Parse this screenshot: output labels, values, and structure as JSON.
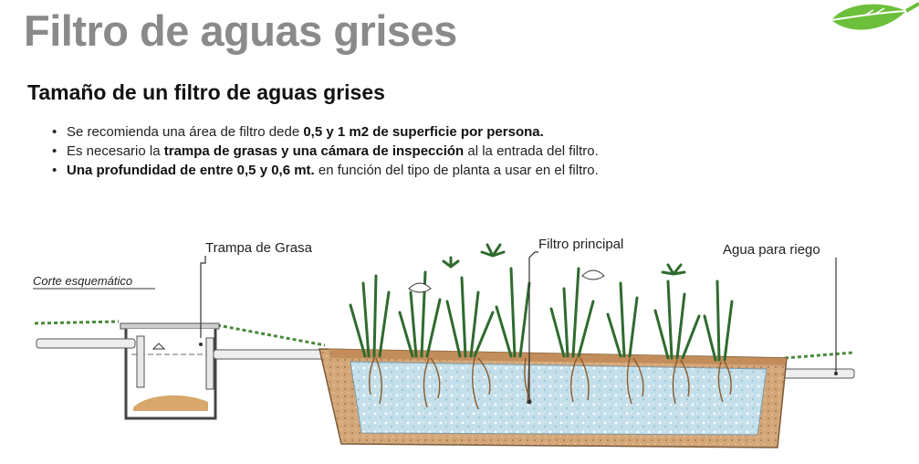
{
  "title": "Filtro de aguas grises",
  "subtitle": "Tamaño de un filtro de aguas grises",
  "bullets": [
    {
      "a": "Se recomienda una área de filtro dede ",
      "b": "0,5 y 1 m2 de superficie por persona.",
      "c": ""
    },
    {
      "a": "Es necesario la ",
      "b": "trampa de grasas y una cámara de inspección",
      "c": " al la entrada del filtro."
    },
    {
      "a": "",
      "b": "Una profundidad de entre 0,5 y 0,6 mt.",
      "c": " en función del tipo de planta a usar en el filtro."
    }
  ],
  "diagram": {
    "section_label": "Corte esquemático",
    "grease_trap_label": "Trampa de Grasa",
    "main_filter_label": "Filtro principal",
    "irrigation_label": "Agua para riego"
  },
  "icons": {
    "corner": "leaf-icon"
  },
  "colors": {
    "title": "#8a8a8a",
    "leaf": "#6cbf3a",
    "gravel": "#b9d8e4",
    "soil": "#c99a68",
    "plants": "#2f6b2f"
  }
}
